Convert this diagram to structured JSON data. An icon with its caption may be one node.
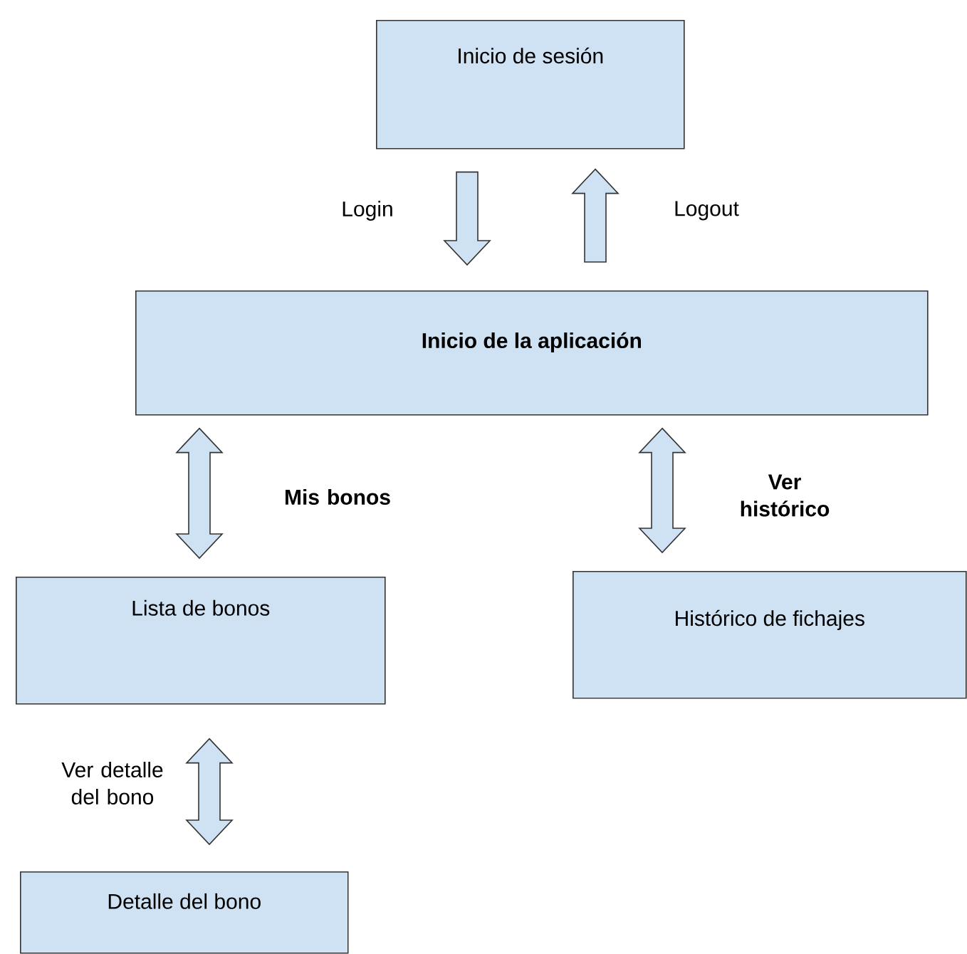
{
  "diagram": {
    "nodes": [
      {
        "text": [
          "Inicio de sesión"
        ]
      },
      {
        "text": [
          "Inicio de la aplicación"
        ]
      },
      {
        "text": [
          "Lista de bonos"
        ]
      },
      {
        "text": [
          "Histórico de fichajes"
        ]
      },
      {
        "text": [
          "Detalle del bono"
        ]
      }
    ],
    "edges": [
      {
        "from": 0,
        "to": 1,
        "arrow": "to",
        "label": "Login"
      },
      {
        "from": 1,
        "to": 0,
        "arrow": "to",
        "label": "Logout"
      },
      {
        "from": 1,
        "to": 2,
        "arrow": "both",
        "label": "Mis bonos"
      },
      {
        "from": 1,
        "to": 3,
        "arrow": "both",
        "label": "Ver histórico"
      },
      {
        "from": 2,
        "to": 4,
        "arrow": "both",
        "label": "Ver detalle del bono"
      }
    ]
  }
}
